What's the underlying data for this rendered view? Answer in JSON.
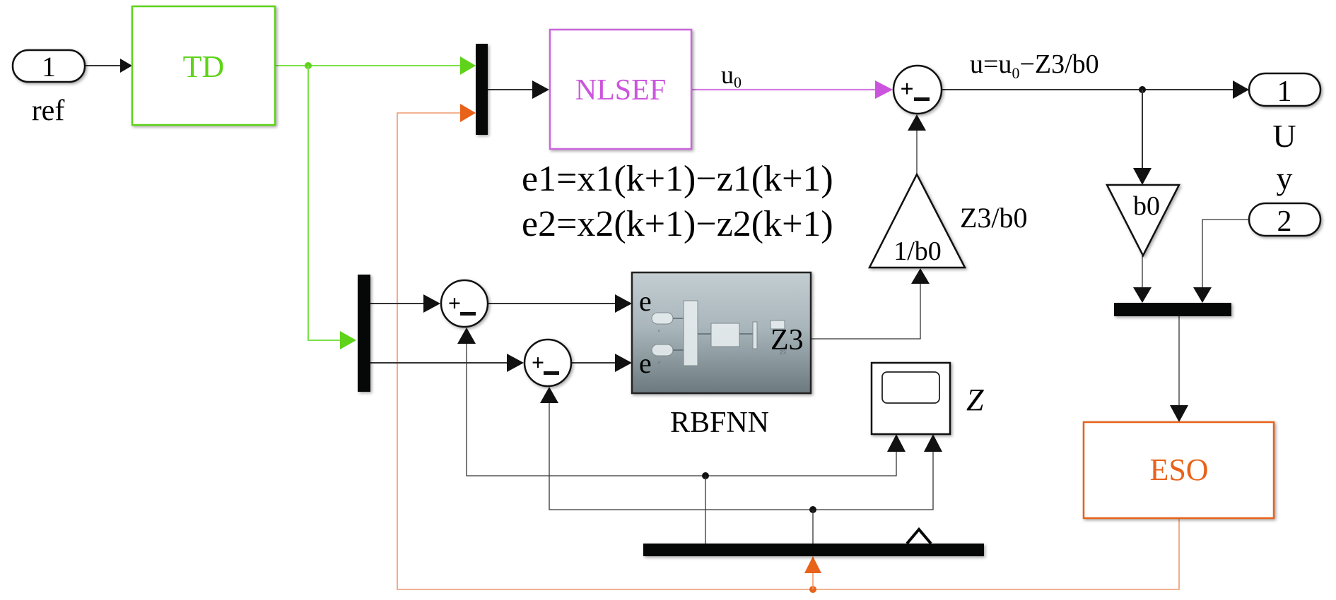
{
  "diagram": {
    "type": "simulink-block-diagram",
    "inports": [
      {
        "number": "1",
        "label": "ref"
      },
      {
        "number": "2",
        "label": "y"
      }
    ],
    "outports": [
      {
        "number": "1",
        "label": "U"
      }
    ],
    "blocks": {
      "td": {
        "label": "TD",
        "color": "#5ed31a"
      },
      "nlsef": {
        "label": "NLSEF",
        "color": "#cc55dd"
      },
      "eso": {
        "label": "ESO",
        "color": "#e8621a"
      },
      "rbfnn": {
        "label": "RBFNN",
        "in1": "e",
        "in2": "e",
        "out": "Z3",
        "inner_out": "Z3",
        "inner_in1": "e",
        "inner_in2": "e'"
      },
      "gain_inv": {
        "label": "1/b0",
        "signal": "Z3/b0"
      },
      "gain_b0": {
        "label": "b0"
      },
      "scope": {
        "label": "Z"
      }
    },
    "sum_signs": {
      "plus": "+",
      "minus": "−"
    },
    "signals": {
      "u0": "u",
      "u0_sub": "0",
      "u_eq_prefix": "u=u",
      "u_eq_sub": "0",
      "u_eq_suffix": "−Z3/b0"
    },
    "equations": [
      "e1=x1(k+1)−z1(k+1)",
      "e2=x2(k+1)−z2(k+1)"
    ],
    "colors": {
      "green": "#5ed31a",
      "orange": "#e8621a",
      "magenta": "#cc55dd",
      "wire": "#333333"
    }
  }
}
